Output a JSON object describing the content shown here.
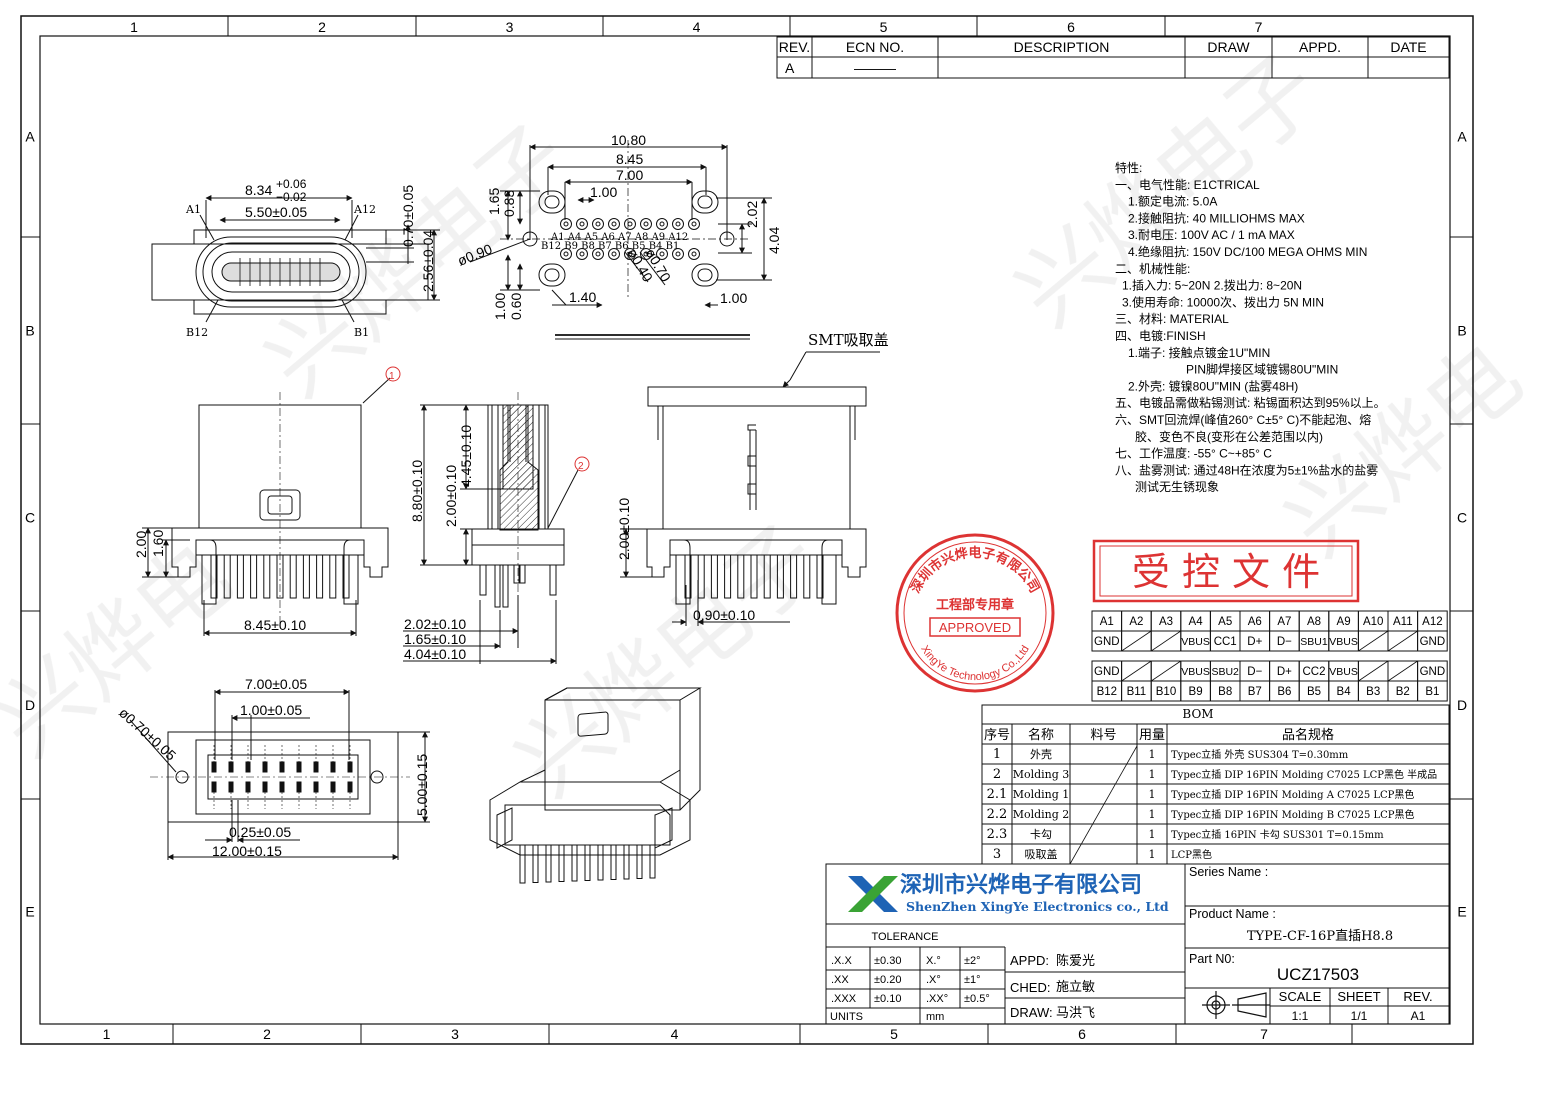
{
  "grid": {
    "top_cols": [
      "1",
      "2",
      "3",
      "4",
      "5",
      "6",
      "7"
    ],
    "bottom_cols": [
      "1",
      "2",
      "3",
      "4",
      "5",
      "6",
      "7"
    ],
    "rows": [
      "A",
      "B",
      "C",
      "D",
      "E"
    ]
  },
  "revision": {
    "headers": [
      "REV.",
      "ECN NO.",
      "DESCRIPTION",
      "DRAW",
      "APPD.",
      "DATE"
    ],
    "row": [
      "A",
      "———",
      "",
      "",
      "",
      ""
    ]
  },
  "specs": [
    "特性:",
    "一、电气性能: E1CTRICAL",
    "1.额定电流: 5.0A",
    "2.接触阻抗: 40 MILLIOHMS MAX",
    "3.耐电压: 100V AC / 1 mA MAX",
    "4.绝缘阻抗: 150V DC/100 MEGA OHMS MIN",
    "二、机械性能:",
    "1.插入力: 5~20N  2.拨出力: 8~20N",
    "3.使用寿命: 10000次、拨出力 5N MIN",
    "三、材料: MATERIAL",
    "四、电镀:FINISH",
    "1.端子: 接触点镀金1U\"MIN",
    "PIN脚焊接区域镀锡80U\"MIN",
    "2.外壳: 镀镍80U\"MIN (盐雾48H)",
    "五、电镀品需做粘锡测试: 粘锡面积达到95%以上。",
    "六、SMT回流焊(峰值260° C±5° C)不能起泡、熔",
    "胶、变色不良(变形在公差范围以内)",
    "七、工作温度: -55° C~+85° C",
    "八、盐雾测试: 通过48H在浓度为5±1%盐水的盐雾",
    "测试无生锈现象"
  ],
  "controlled_stamp": "受 控 文 件",
  "seal": {
    "top_text": "深圳市兴烨电子有限公司",
    "mid_text": "工程部专用章",
    "approved": "APPROVED",
    "bottom_text": "XingYe Technology Co.,Ltd"
  },
  "pinout": {
    "top_ids": [
      "A1",
      "A2",
      "A3",
      "A4",
      "A5",
      "A6",
      "A7",
      "A8",
      "A9",
      "A10",
      "A11",
      "A12"
    ],
    "top_sigs": [
      "GND",
      "/",
      "/",
      "VBUS",
      "CC1",
      "D+",
      "D−",
      "SBU1",
      "VBUS",
      "/",
      "/",
      "GND"
    ],
    "bottom_sigs": [
      "GND",
      "/",
      "/",
      "VBUS",
      "SBU2",
      "D−",
      "D+",
      "CC2",
      "VBUS",
      "/",
      "/",
      "GND"
    ],
    "bottom_ids": [
      "B12",
      "B11",
      "B10",
      "B9",
      "B8",
      "B7",
      "B6",
      "B5",
      "B4",
      "B3",
      "B2",
      "B1"
    ]
  },
  "bom": {
    "title": "BOM",
    "headers": [
      "序号",
      "名称",
      "料号",
      "用量",
      "品名规格"
    ],
    "rows": [
      [
        "1",
        "外壳",
        "",
        "1",
        "Typec立插 外壳 SUS304 T=0.30mm"
      ],
      [
        "2",
        "Molding 3",
        "",
        "1",
        "Typec立插 DIP 16PIN Molding C7025 LCP黑色 半成品"
      ],
      [
        "2.1",
        "Molding 1",
        "",
        "1",
        "Typec立插 DIP 16PIN Molding A C7025 LCP黑色"
      ],
      [
        "2.2",
        "Molding 2",
        "",
        "1",
        "Typec立插 DIP 16PIN Molding B C7025 LCP黑色"
      ],
      [
        "2.3",
        "卡勾",
        "",
        "1",
        "Typec立插 16PIN 卡勾 SUS301 T=0.15mm"
      ],
      [
        "3",
        "吸取盖",
        "",
        "1",
        "LCP黑色"
      ]
    ]
  },
  "title_block": {
    "company_cn": "深圳市兴烨电子有限公司",
    "company_en": "ShenZhen XingYe Electronics co., Ltd",
    "series_label": "Series Name :",
    "series_value": "",
    "product_label": "Product Name :",
    "product_value": "TYPE-CF-16P直插H8.8",
    "part_label": "Part N0:",
    "part_value": "UCZ17503",
    "tolerance_label": "TOLERANCE",
    "tol_rows": [
      [
        ".X.X",
        "±0.30",
        "X.°",
        "±2°"
      ],
      [
        ".XX",
        "±0.20",
        ".X°",
        "±1°"
      ],
      [
        ".XXX",
        "±0.10",
        ".XX°",
        "±0.5°"
      ]
    ],
    "units_label": "UNITS",
    "units_value": "mm",
    "appd_label": "APPD:",
    "appd_value": "陈爱光",
    "ched_label": "CHED:",
    "ched_value": "施立敏",
    "draw_label": "DRAW:",
    "draw_value": "马洪飞",
    "scale_label": "SCALE",
    "scale_value": "1:1",
    "sheet_label": "SHEET",
    "sheet_value": "1/1",
    "rev_label": "REV.",
    "rev_value": "A1"
  },
  "dims": {
    "front": {
      "w_top": "8.34",
      "tol_plus": "+0.06",
      "tol_minus": "−0.02",
      "w_inner": "5.50±0.05",
      "h1": "0.70±0.05",
      "h2": "2.56±0.04",
      "lbl_a1": "A1",
      "lbl_a12": "A12",
      "lbl_b12": "B12",
      "lbl_b1": "B1"
    },
    "footprint": {
      "w1": "10.80",
      "w2": "8.45",
      "w3": "7.00",
      "w4": "1.00",
      "v1": "1.65",
      "v2": "0.83",
      "hole": "ø0.90",
      "r1": "2.02",
      "r2": "4.04",
      "b1": "1.00",
      "b2": "0.60",
      "b3": "1.40",
      "b4": "1.00",
      "d1": "ø0.40",
      "d2": "ø0.70",
      "row_a": "A1 A4 A5 A6  A7 A8 A9 A12",
      "row_b": "B12 B9 B8 B7  B6 B5 B4 B1"
    },
    "side1": {
      "h1": "2.00",
      "h2": "1.60",
      "w": "8.45±0.10",
      "callout": "1"
    },
    "section": {
      "h1": "8.80±0.10",
      "h2": "4.45±0.10",
      "h3": "2.00±0.10",
      "w1": "2.02±0.10",
      "w2": "1.65±0.10",
      "w3": "4.04±0.10",
      "callout": "2"
    },
    "side2": {
      "h": "2.00±0.10",
      "w": "0.90±0.10",
      "smt": "SMT吸取盖"
    },
    "bottom": {
      "w1": "7.00±0.05",
      "w2": "1.00±0.05",
      "hole": "ø0.70±0.05",
      "h": "5.00±0.15",
      "w3": "0.25±0.05",
      "w4": "12.00±0.15"
    }
  }
}
